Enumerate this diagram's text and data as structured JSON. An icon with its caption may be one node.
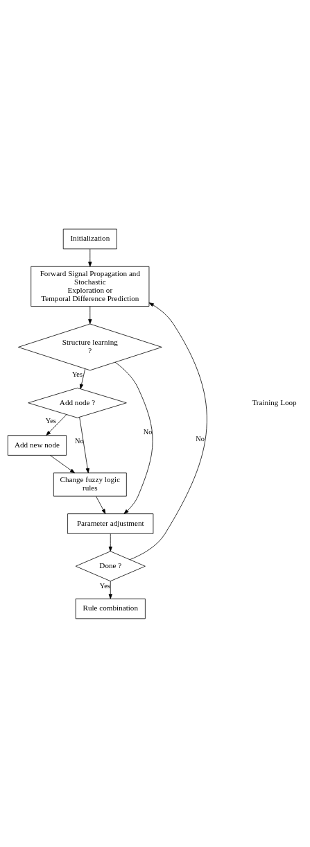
{
  "diagram": {
    "nodes": [
      {
        "text": [
          "Initialization"
        ]
      },
      {
        "text": [
          "Forward Signal Propagation and Stochastic Exploration or Temporal Difference Prediction"
        ]
      },
      {
        "text": [
          "Structure learning ?"
        ]
      },
      {
        "text": [
          "Add node ?"
        ]
      },
      {
        "text": [
          "Add new node"
        ]
      },
      {
        "text": [
          "Change fuzzy logic rules"
        ]
      },
      {
        "text": [
          "Parameter adjustment"
        ]
      },
      {
        "text": [
          "Done ?"
        ]
      },
      {
        "text": [
          "Rule combination"
        ]
      }
    ],
    "edges": [
      {
        "from": 0,
        "to": 1,
        "arrow": "to"
      },
      {
        "from": 1,
        "to": 2,
        "arrow": "to"
      },
      {
        "from": 2,
        "to": 3,
        "arrow": "to",
        "label": "Yes"
      },
      {
        "from": 2,
        "to": 6,
        "arrow": "to",
        "label": "No"
      },
      {
        "from": 3,
        "to": 4,
        "arrow": "to",
        "label": "Yes"
      },
      {
        "from": 3,
        "to": 5,
        "arrow": "to",
        "label": "No"
      },
      {
        "from": 4,
        "to": 5,
        "arrow": "to"
      },
      {
        "from": 5,
        "to": 6,
        "arrow": "to"
      },
      {
        "from": 6,
        "to": 7,
        "arrow": "to"
      },
      {
        "from": 7,
        "to": 1,
        "arrow": "to",
        "label": "No"
      },
      {
        "from": 7,
        "to": 8,
        "arrow": "to",
        "label": "Yes"
      }
    ],
    "labels": [
      "Training Loop"
    ]
  }
}
